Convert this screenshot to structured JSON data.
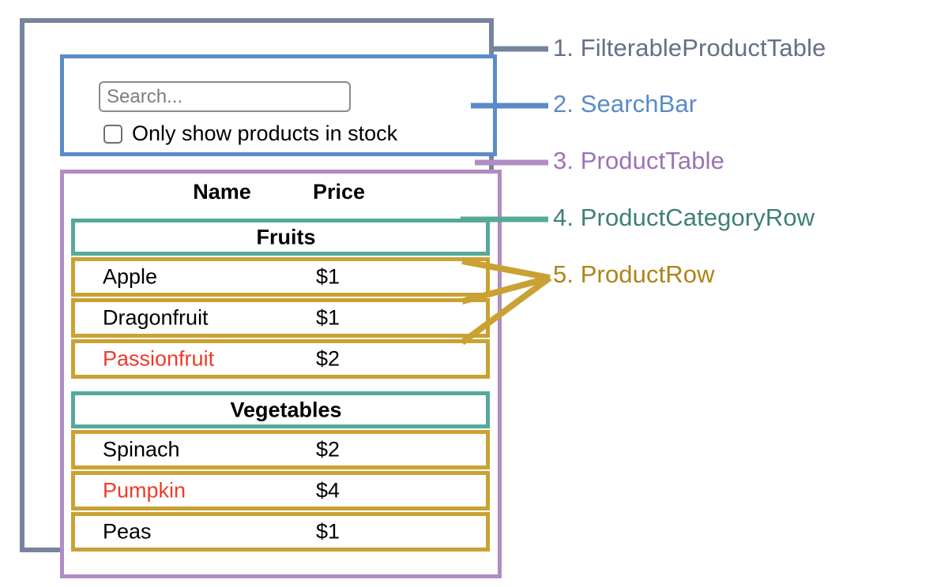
{
  "diagram": {
    "title": "FilterableProductTable component hierarchy",
    "colors": {
      "frame_gray": "#77849E",
      "searchbar_blue": "#5A8BC6",
      "producttable_purple": "#B18CC4",
      "category_teal": "#55A99B",
      "productrow_gold": "#C9A233",
      "out_of_stock_red": "#EE3A2A",
      "label_gray": "#646F87",
      "label_purple": "#9D72B5",
      "label_teal": "#3E8075",
      "label_gold": "#AD8418"
    }
  },
  "search_bar": {
    "input": {
      "value": "",
      "placeholder": "Search..."
    },
    "checkbox": {
      "label": "Only show products in stock",
      "checked": false
    }
  },
  "product_table": {
    "columns": [
      "Name",
      "Price"
    ],
    "sections": [
      {
        "category": "Fruits",
        "products": [
          {
            "name": "Apple",
            "price": "$1",
            "in_stock": true
          },
          {
            "name": "Dragonfruit",
            "price": "$1",
            "in_stock": true
          },
          {
            "name": "Passionfruit",
            "price": "$2",
            "in_stock": false
          }
        ]
      },
      {
        "category": "Vegetables",
        "products": [
          {
            "name": "Spinach",
            "price": "$2",
            "in_stock": true
          },
          {
            "name": "Pumpkin",
            "price": "$4",
            "in_stock": false
          },
          {
            "name": "Peas",
            "price": "$1",
            "in_stock": true
          }
        ]
      }
    ]
  },
  "legend": [
    {
      "number": "1.",
      "name": "FilterableProductTable",
      "text": "1. FilterableProductTable"
    },
    {
      "number": "2.",
      "name": "SearchBar",
      "text": "2. SearchBar"
    },
    {
      "number": "3.",
      "name": "ProductTable",
      "text": "3. ProductTable"
    },
    {
      "number": "4.",
      "name": "ProductCategoryRow",
      "text": "4. ProductCategoryRow"
    },
    {
      "number": "5.",
      "name": "ProductRow",
      "text": "5. ProductRow"
    }
  ]
}
